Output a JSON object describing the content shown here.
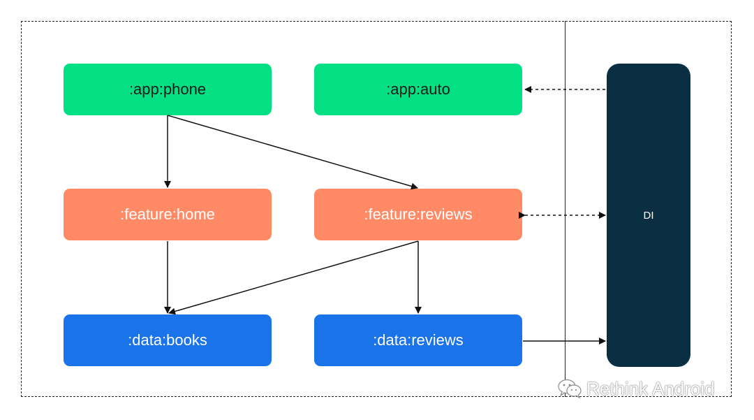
{
  "nodes": {
    "app_phone": ":app:phone",
    "app_auto": ":app:auto",
    "feature_home": ":feature:home",
    "feature_reviews": ":feature:reviews",
    "data_books": ":data:books",
    "data_reviews": ":data:reviews",
    "di": "DI"
  },
  "watermark": {
    "text": "Rethink Android",
    "icon": "wechat-icon"
  },
  "colors": {
    "app": "#03e084",
    "feature": "#ff8a65",
    "data": "#1a73e8",
    "di": "#0a2f42"
  }
}
